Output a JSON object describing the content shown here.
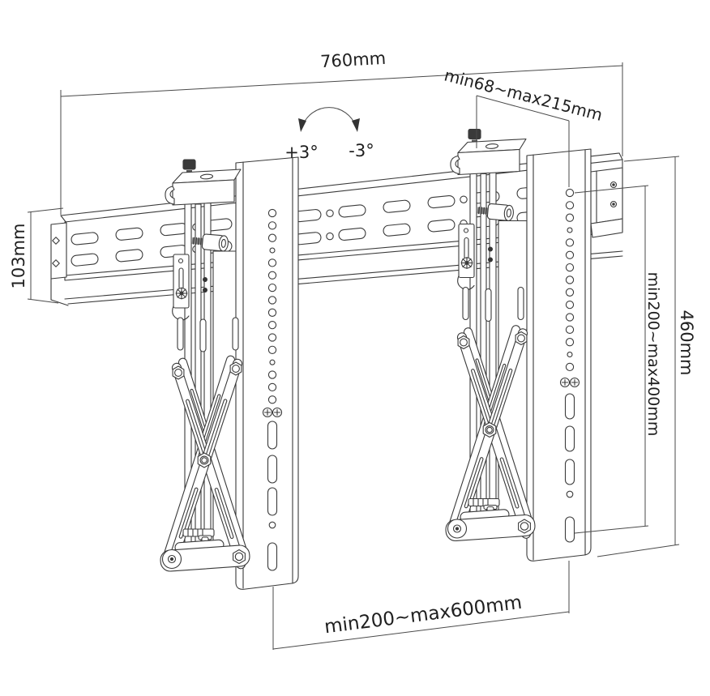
{
  "labels": {
    "top_width": "760mm",
    "extension_range": "min68~max215mm",
    "tilt_up": "+3°",
    "tilt_down": "-3°",
    "rail_height": "103mm",
    "vesa_height_range": "min200~max400mm",
    "bracket_height": "460mm",
    "vesa_width_range": "min200~max600mm"
  },
  "colors": {
    "line": "#3a3a3a",
    "dimension_line": "#4a4a4a",
    "text": "#1f1f1f",
    "background": "#ffffff"
  }
}
